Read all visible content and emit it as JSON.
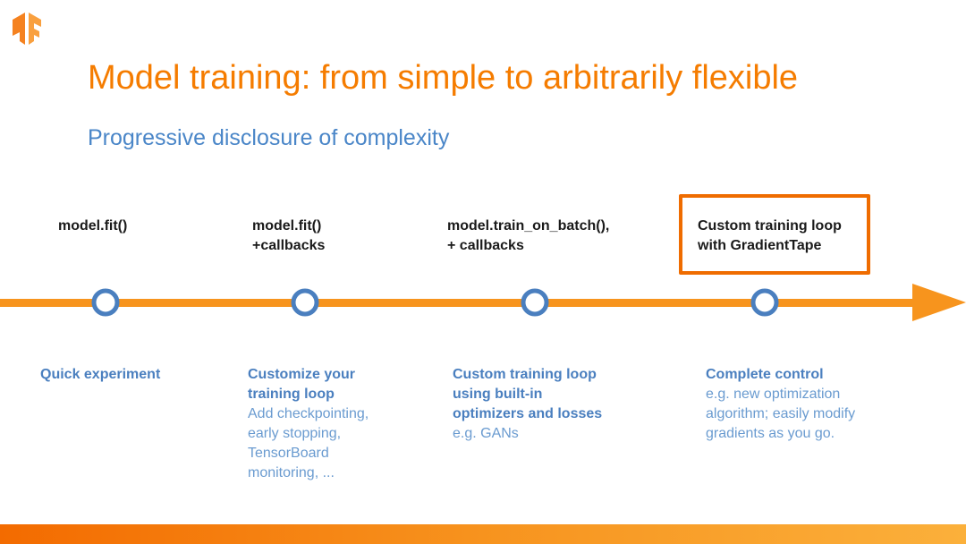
{
  "slide": {
    "title": "Model training: from simple to arbitrarily flexible",
    "subtitle": "Progressive disclosure of complexity",
    "logo_icon": "tensorflow-logo-icon"
  },
  "colors": {
    "accent_orange": "#f57c00",
    "subtitle_blue": "#4a86c8",
    "node_blue": "#4a7fbf"
  },
  "stages": [
    {
      "label": "model.fit()",
      "desc_head": "Quick experiment",
      "desc_body": ""
    },
    {
      "label": "model.fit()\n+callbacks",
      "desc_head": "Customize your\ntraining loop",
      "desc_body": "Add checkpointing,\nearly stopping,\nTensorBoard\nmonitoring, ..."
    },
    {
      "label": "model.train_on_batch(),\n+ callbacks",
      "desc_head": "Custom training loop\nusing built-in\noptimizers and losses",
      "desc_body": "e.g. GANs"
    },
    {
      "label": "Custom training loop\nwith GradientTape",
      "desc_head": "Complete control",
      "desc_body": "e.g. new optimization\nalgorithm; easily modify\ngradients as you go."
    }
  ]
}
